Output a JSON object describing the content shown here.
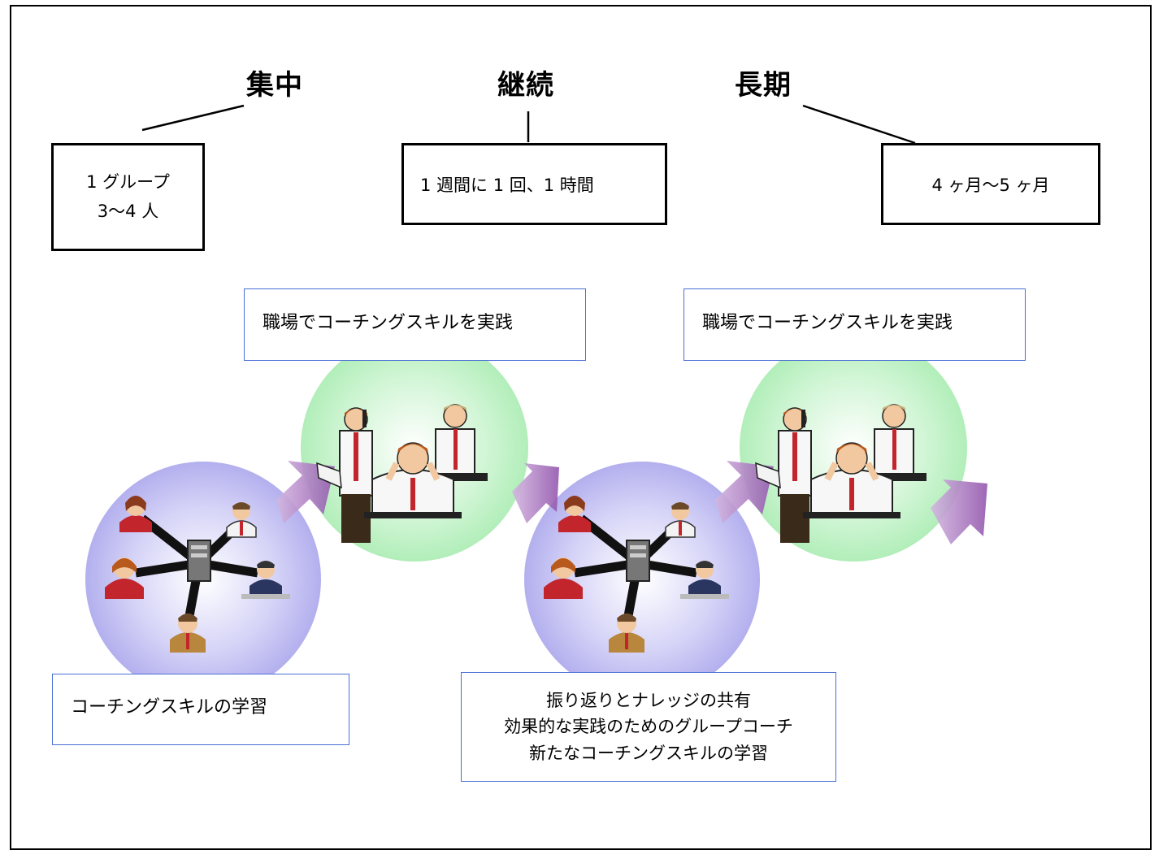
{
  "headings": {
    "intensive": "集中",
    "continuous": "継続",
    "long_term": "長期"
  },
  "info_boxes": {
    "group": [
      "1 グループ",
      "3〜4 人"
    ],
    "frequency": "1 週間に 1 回、1 時間",
    "duration": "4 ヶ月〜5 ヶ月"
  },
  "notes": {
    "practice_1": "職場でコーチングスキルを実践",
    "practice_2": "職場でコーチングスキルを実践",
    "learning": "コーチングスキルの学習",
    "review": [
      "振り返りとナレッジの共有",
      "効果的な実践のためのグループコーチ",
      "新たなコーチングスキルの学習"
    ]
  },
  "colors": {
    "learning_circle": "#b7b4f0",
    "practice_circle": "#b7efbe",
    "arrow": "#9b5fb2",
    "note_border": "#4a6fd6"
  },
  "icons": {
    "phone_network": "phone-network-clipart-icon",
    "office_stress": "office-workers-stress-clipart-icon"
  }
}
